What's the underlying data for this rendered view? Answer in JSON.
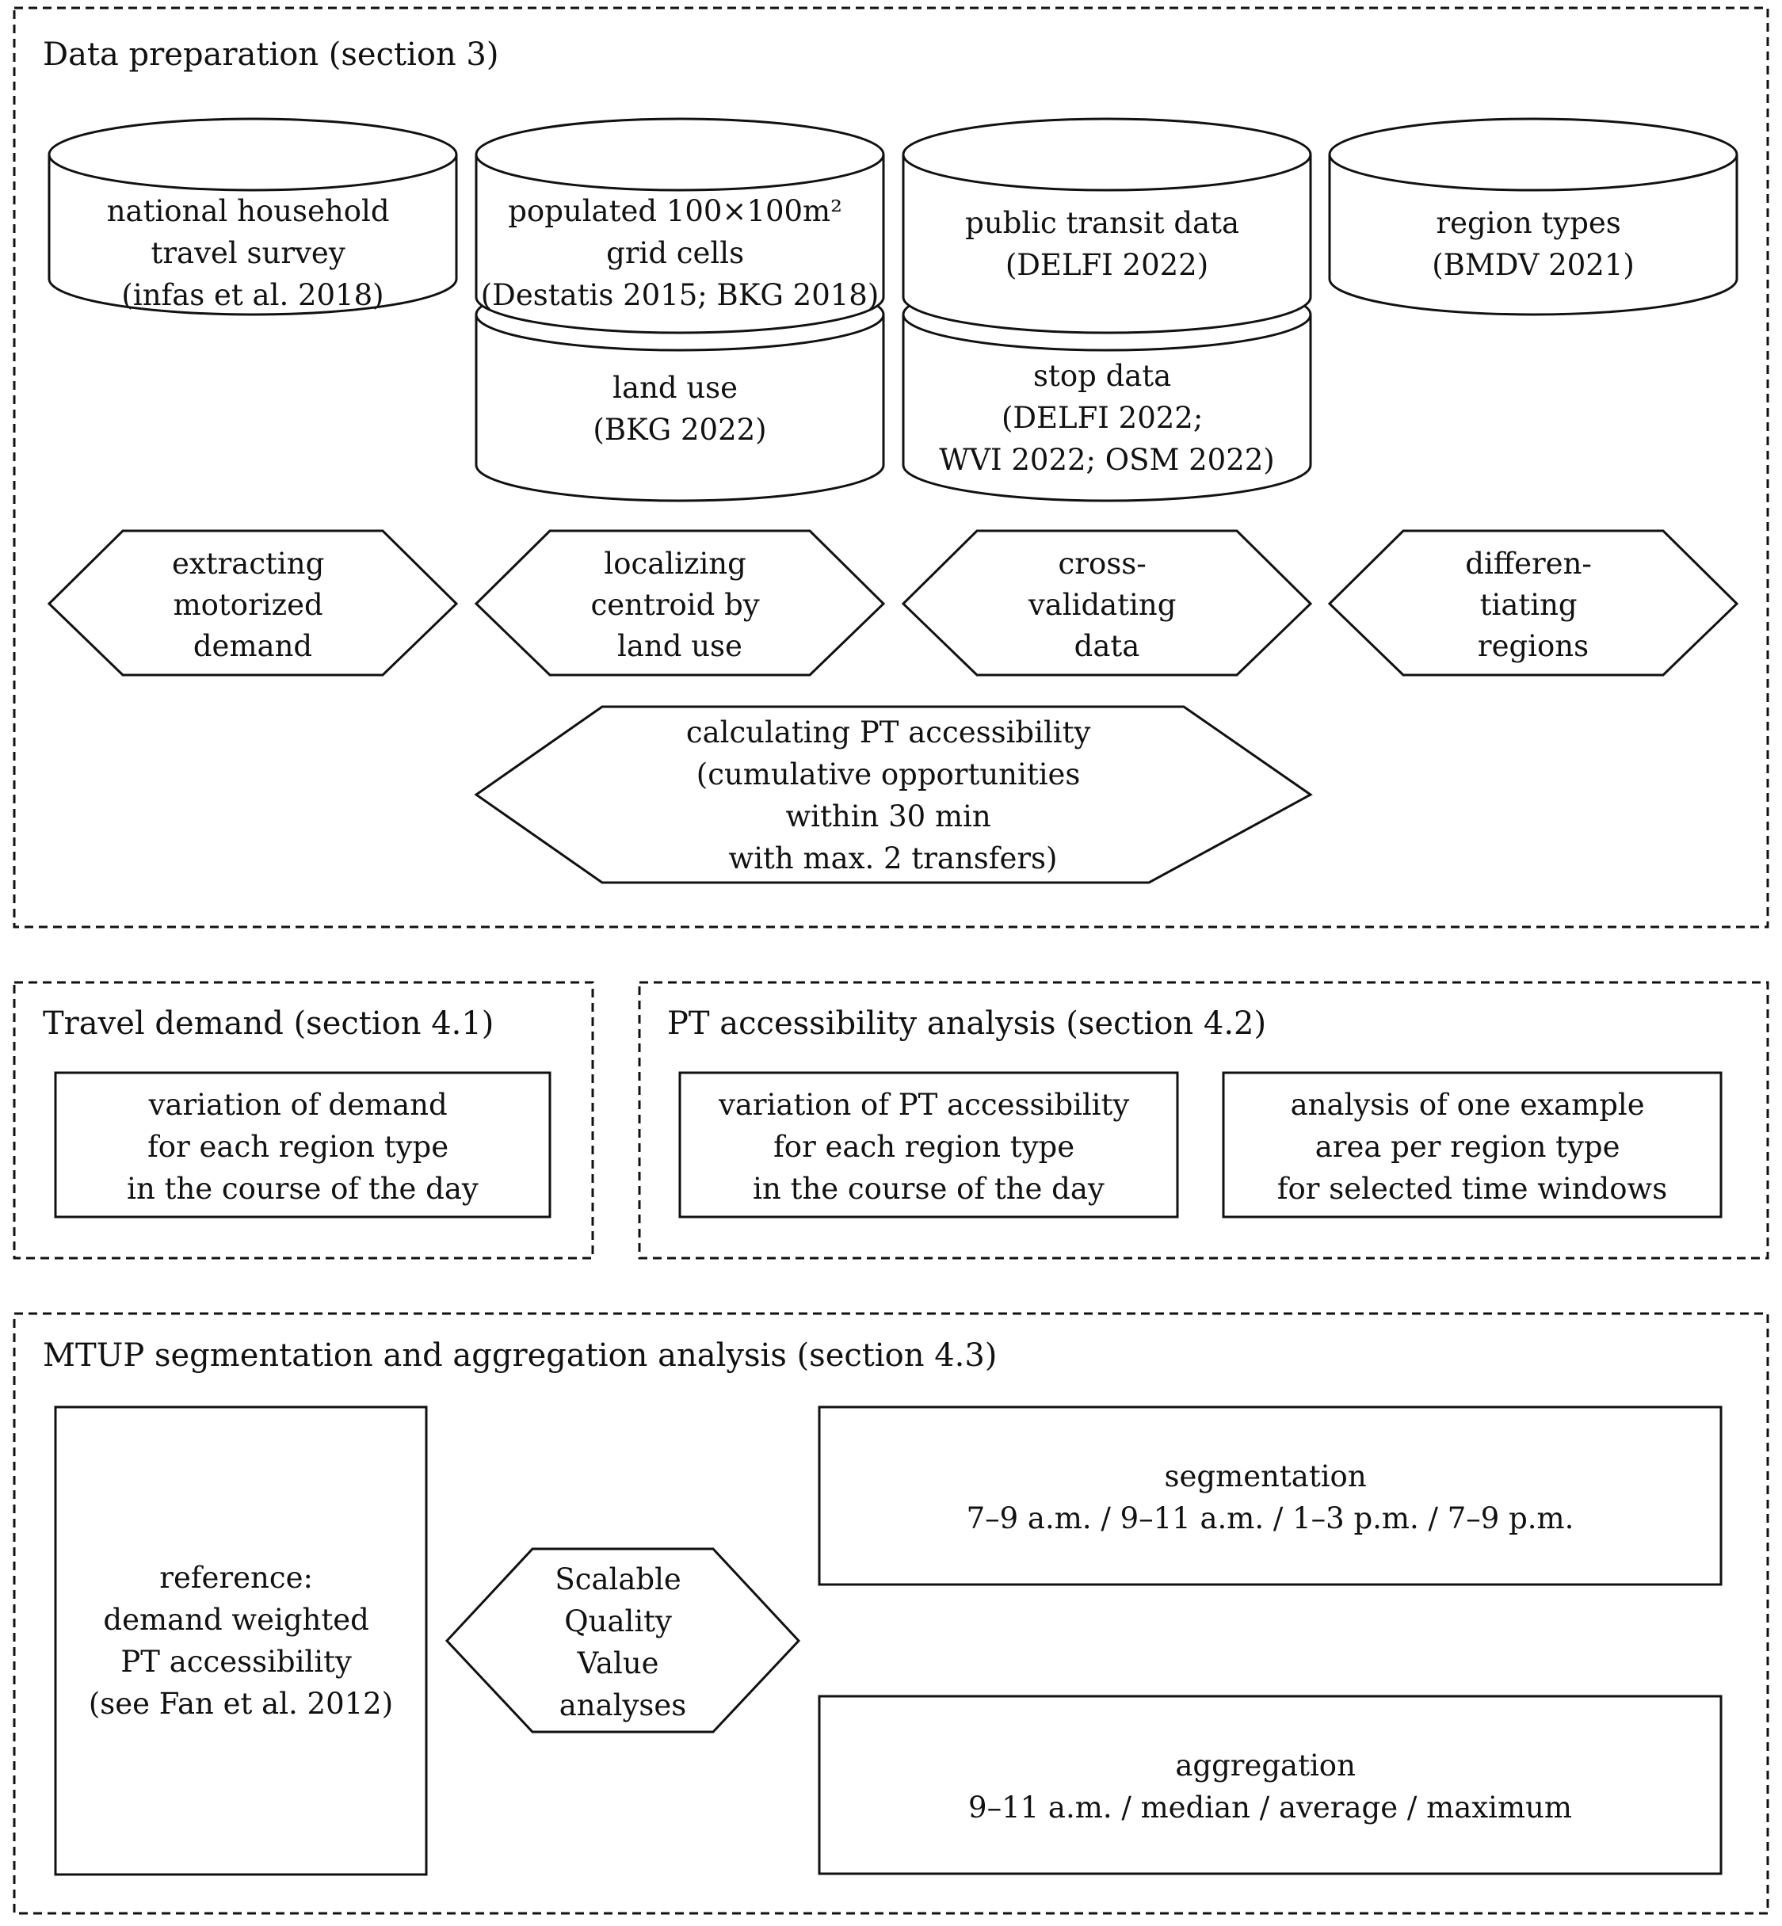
{
  "sections": {
    "data_preparation": {
      "title": "Data preparation (section 3)",
      "sources": [
        {
          "lines": [
            "national household",
            "travel survey",
            "(infas et al. 2018)"
          ]
        },
        {
          "lines": [
            "populated 100×100m²",
            "grid cells",
            "(Destatis 2015; BKG 2018)"
          ]
        },
        {
          "lines": [
            "public transit data",
            "(DELFI 2022)"
          ]
        },
        {
          "lines": [
            "region types",
            "(BMDV 2021)"
          ]
        }
      ],
      "secondary_sources": [
        {
          "lines": [
            "land use",
            "(BKG 2022)"
          ]
        },
        {
          "lines": [
            "stop data",
            "(DELFI 2022;",
            "WVI 2022; OSM 2022)"
          ]
        }
      ],
      "processes": [
        {
          "lines": [
            "extracting",
            "motorized",
            "demand"
          ]
        },
        {
          "lines": [
            "localizing",
            "centroid by",
            "land use"
          ]
        },
        {
          "lines": [
            "cross-",
            "validating",
            "data"
          ]
        },
        {
          "lines": [
            "differen-",
            "tiating",
            "regions"
          ]
        }
      ],
      "accessibility": {
        "lines": [
          "calculating PT accessibility",
          "(cumulative opportunities",
          "within 30 min",
          "with max. 2 transfers)"
        ]
      }
    },
    "travel_demand": {
      "title": "Travel demand (section 4.1)",
      "box": {
        "lines": [
          "variation of demand",
          "for each region type",
          "in the course of the day"
        ]
      }
    },
    "pt_accessibility": {
      "title": "PT accessibility analysis (section 4.2)",
      "boxes": [
        {
          "lines": [
            "variation of PT accessibility",
            "for each region type",
            "in the course of the day"
          ]
        },
        {
          "lines": [
            "analysis of one example",
            "area per region type",
            "for selected time windows"
          ]
        }
      ]
    },
    "mtup": {
      "title": "MTUP segmentation and aggregation analysis (section 4.3)",
      "reference": {
        "lines": [
          "reference:",
          "demand weighted",
          "PT accessibility",
          "(see Fan et al. 2012)"
        ]
      },
      "sqv": {
        "lines": [
          "Scalable",
          "Quality",
          "Value",
          "analyses"
        ]
      },
      "segmentation": {
        "lines": [
          "segmentation",
          "7–9 a.m. / 9–11 a.m. / 1–3 p.m. / 7–9 p.m."
        ]
      },
      "aggregation": {
        "lines": [
          "aggregation",
          "9–11 a.m. / median / average / maximum"
        ]
      }
    }
  }
}
